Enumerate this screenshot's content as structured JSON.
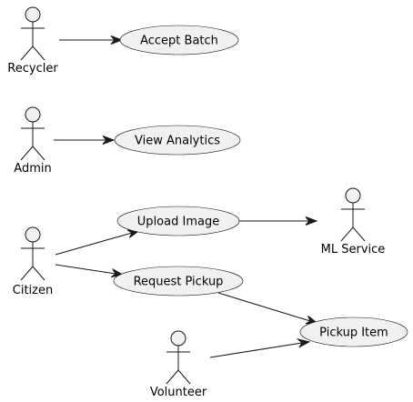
{
  "actors": [
    {
      "id": "recycler",
      "label": "Recycler"
    },
    {
      "id": "admin",
      "label": "Admin"
    },
    {
      "id": "citizen",
      "label": "Citizen"
    },
    {
      "id": "ml_service",
      "label": "ML Service"
    },
    {
      "id": "volunteer",
      "label": "Volunteer"
    }
  ],
  "usecases": [
    {
      "id": "accept_batch",
      "label": "Accept Batch"
    },
    {
      "id": "view_analytics",
      "label": "View Analytics"
    },
    {
      "id": "upload_image",
      "label": "Upload Image"
    },
    {
      "id": "request_pickup",
      "label": "Request Pickup"
    },
    {
      "id": "pickup_item",
      "label": "Pickup Item"
    }
  ],
  "edges": [
    {
      "from": "recycler",
      "to": "accept_batch"
    },
    {
      "from": "admin",
      "to": "view_analytics"
    },
    {
      "from": "citizen",
      "to": "upload_image"
    },
    {
      "from": "citizen",
      "to": "request_pickup"
    },
    {
      "from": "upload_image",
      "to": "ml_service"
    },
    {
      "from": "request_pickup",
      "to": "pickup_item"
    },
    {
      "from": "volunteer",
      "to": "pickup_item"
    }
  ]
}
